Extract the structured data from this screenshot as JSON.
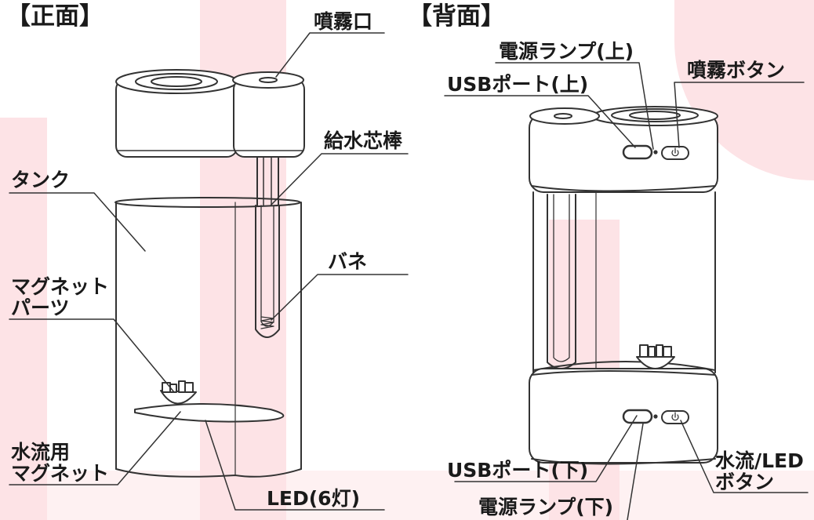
{
  "colors": {
    "watermark": "#fde3e6",
    "line": "#333333",
    "label": "#1a1a1a"
  },
  "front": {
    "heading": "【正面】",
    "labels": {
      "nozzle": "噴霧口",
      "wick": "給水芯棒",
      "tank": "タンク",
      "spring": "バネ",
      "magnet_part": "マグネット\nパーツ",
      "water_magnet": "水流用\nマグネット",
      "led": "LED(6灯)"
    }
  },
  "back": {
    "heading": "【背面】",
    "labels": {
      "power_lamp_upper": "電源ランプ(上)",
      "usb_upper": "USBポート(上)",
      "spray_button": "噴霧ボタン",
      "usb_lower": "USBポート(下)",
      "flow_led_button": "水流/LED\nボタン",
      "power_lamp_lower": "電源ランプ(下)"
    },
    "icons": {
      "power": "power-icon"
    }
  }
}
